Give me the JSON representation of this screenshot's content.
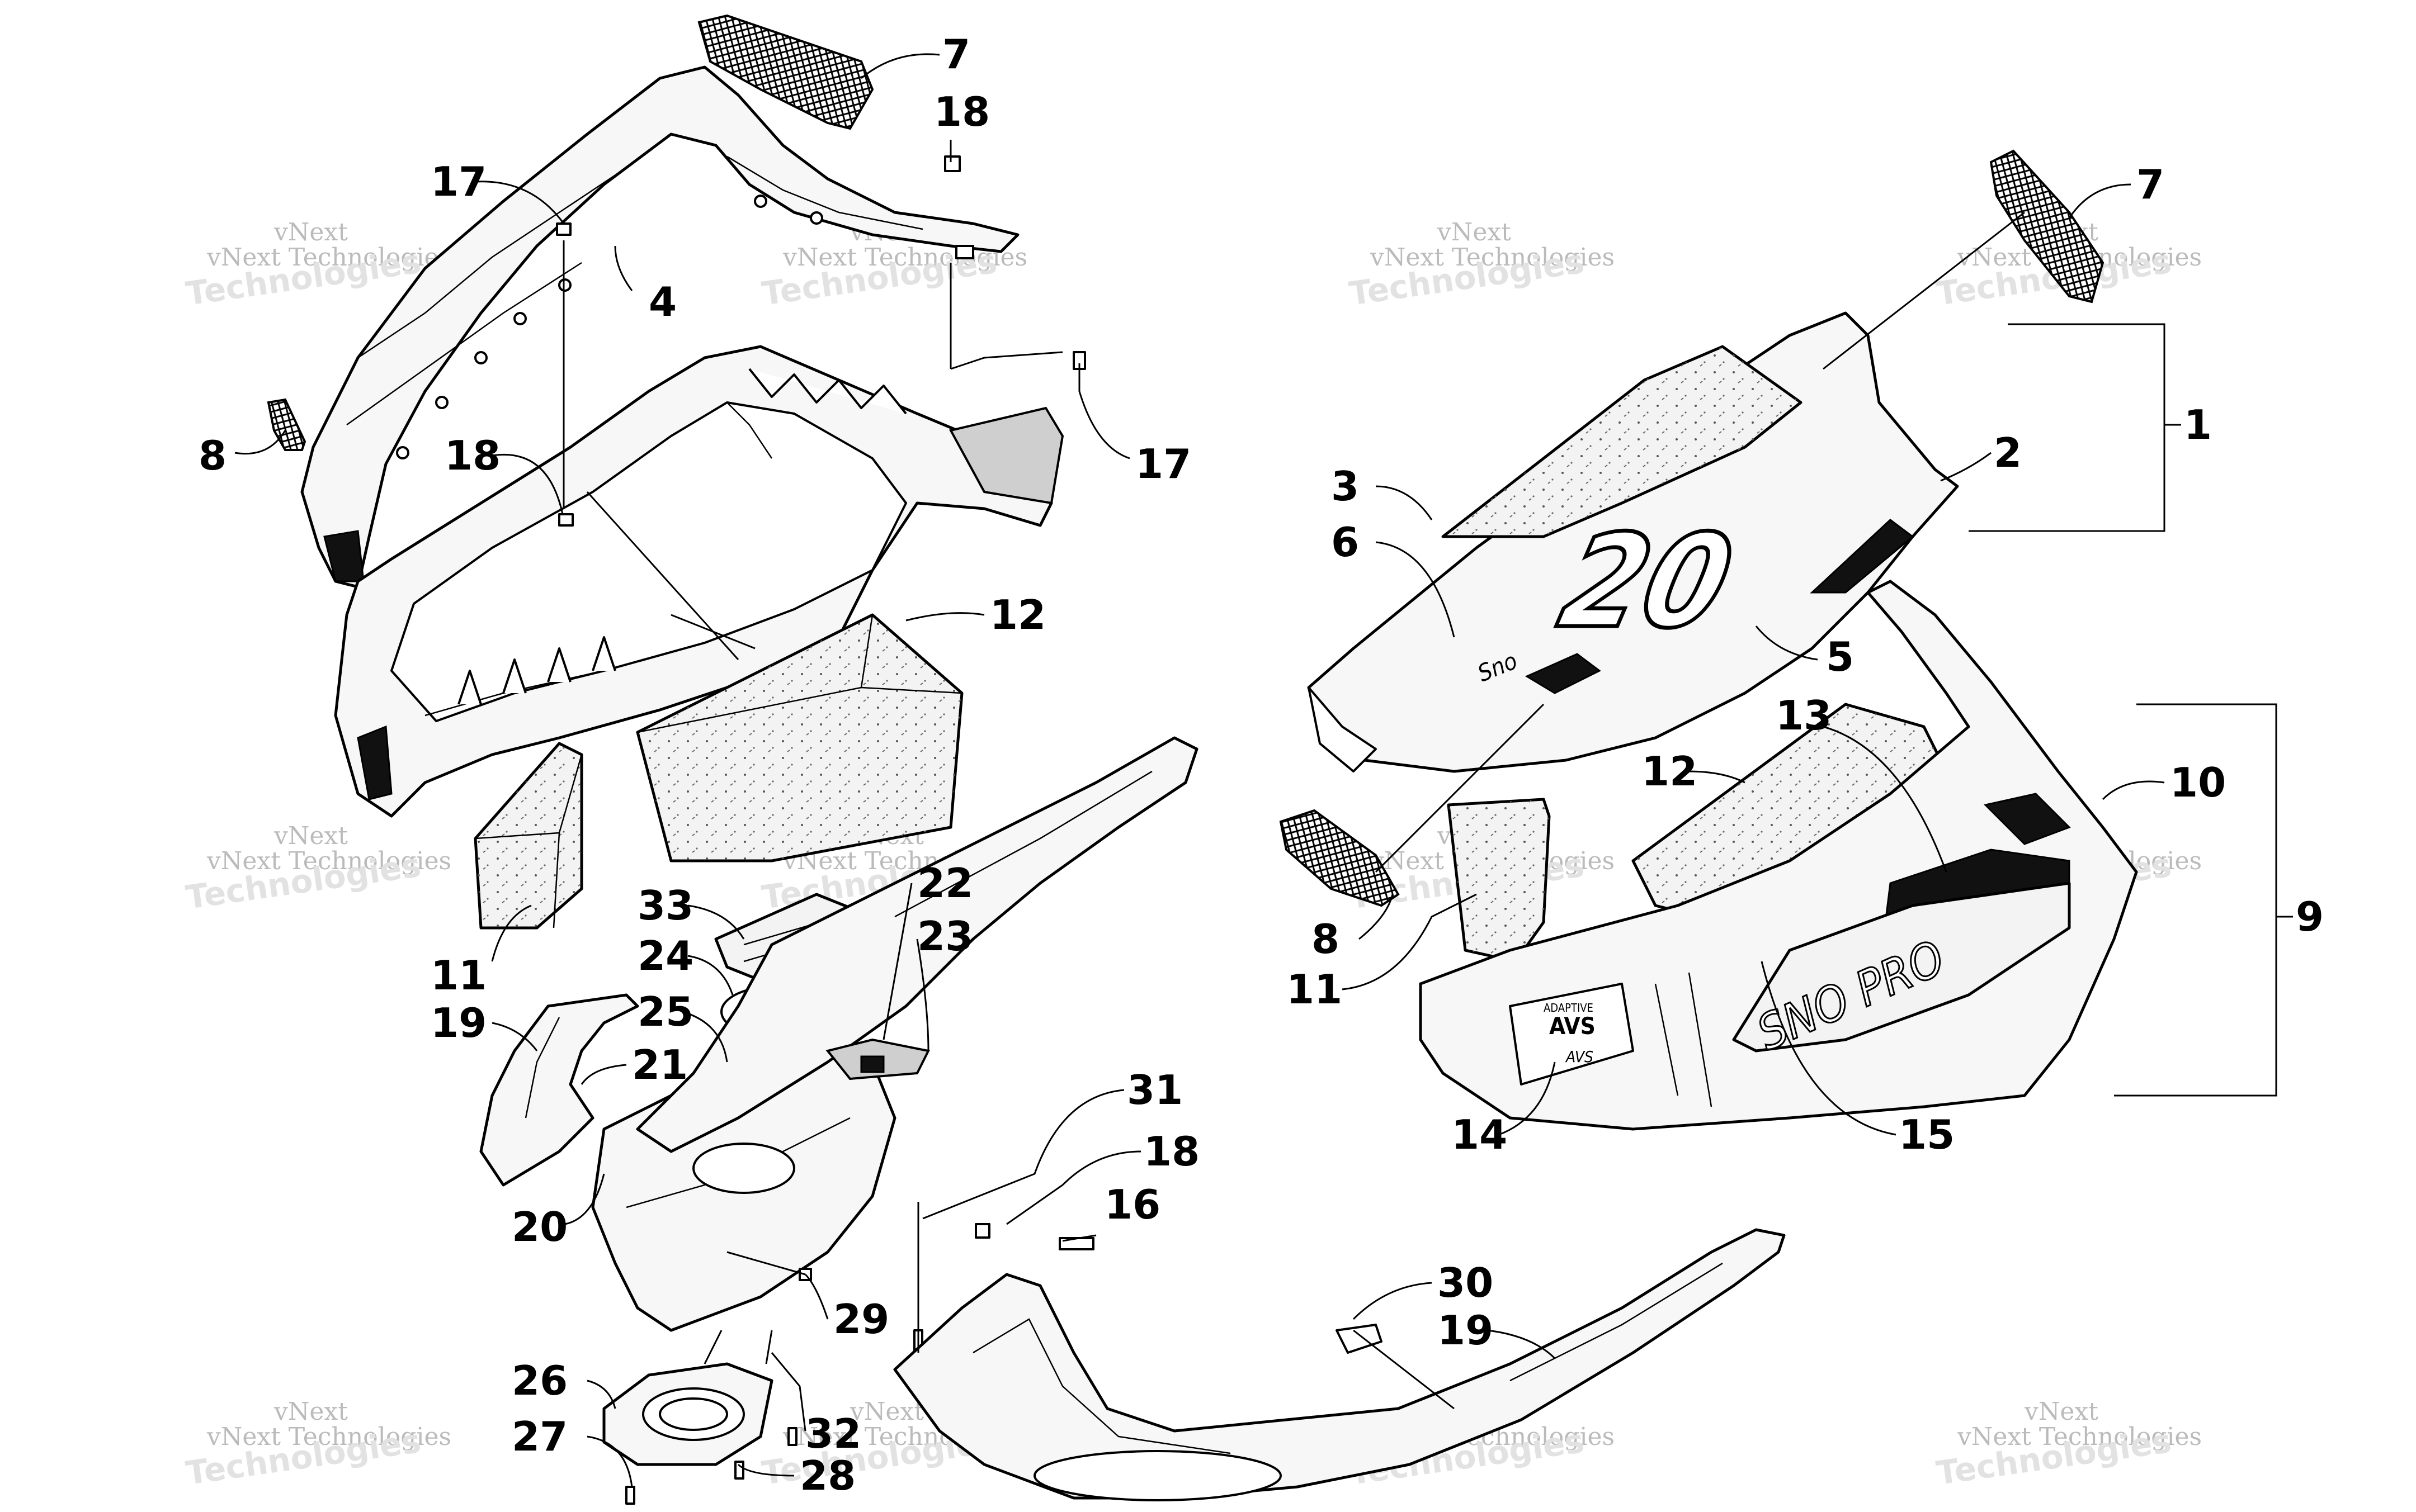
{
  "watermark": {
    "line1": "vNext",
    "line2": "vNext Technologies",
    "line3": "Technologies"
  },
  "callouts": [
    {
      "id": "c7a",
      "label": "7"
    },
    {
      "id": "c18a",
      "label": "18"
    },
    {
      "id": "c17a",
      "label": "17"
    },
    {
      "id": "c4",
      "label": "4"
    },
    {
      "id": "c8a",
      "label": "8"
    },
    {
      "id": "c18b",
      "label": "18"
    },
    {
      "id": "c17b",
      "label": "17"
    },
    {
      "id": "c12a",
      "label": "12"
    },
    {
      "id": "c11a",
      "label": "11"
    },
    {
      "id": "c33",
      "label": "33"
    },
    {
      "id": "c22",
      "label": "22"
    },
    {
      "id": "c24",
      "label": "24"
    },
    {
      "id": "c23",
      "label": "23"
    },
    {
      "id": "c25",
      "label": "25"
    },
    {
      "id": "c19a",
      "label": "19"
    },
    {
      "id": "c21",
      "label": "21"
    },
    {
      "id": "c20",
      "label": "20"
    },
    {
      "id": "c31",
      "label": "31"
    },
    {
      "id": "c18c",
      "label": "18"
    },
    {
      "id": "c16",
      "label": "16"
    },
    {
      "id": "c29",
      "label": "29"
    },
    {
      "id": "c30",
      "label": "30"
    },
    {
      "id": "c19b",
      "label": "19"
    },
    {
      "id": "c26",
      "label": "26"
    },
    {
      "id": "c27",
      "label": "27"
    },
    {
      "id": "c32",
      "label": "32"
    },
    {
      "id": "c28",
      "label": "28"
    },
    {
      "id": "c7b",
      "label": "7"
    },
    {
      "id": "c1",
      "label": "1"
    },
    {
      "id": "c2",
      "label": "2"
    },
    {
      "id": "c3",
      "label": "3"
    },
    {
      "id": "c6",
      "label": "6"
    },
    {
      "id": "c5",
      "label": "5"
    },
    {
      "id": "c13",
      "label": "13"
    },
    {
      "id": "c10",
      "label": "10"
    },
    {
      "id": "c12b",
      "label": "12"
    },
    {
      "id": "c9",
      "label": "9"
    },
    {
      "id": "c8b",
      "label": "8"
    },
    {
      "id": "c11b",
      "label": "11"
    },
    {
      "id": "c14",
      "label": "14"
    },
    {
      "id": "c15",
      "label": "15"
    }
  ],
  "decals": {
    "number_20": "20",
    "sno_pro": "SNO PRO",
    "sno_small": "Sno",
    "avs_line1": "ADAPTIVE",
    "avs_line2": "AVS",
    "avs_line3": "AVS"
  }
}
